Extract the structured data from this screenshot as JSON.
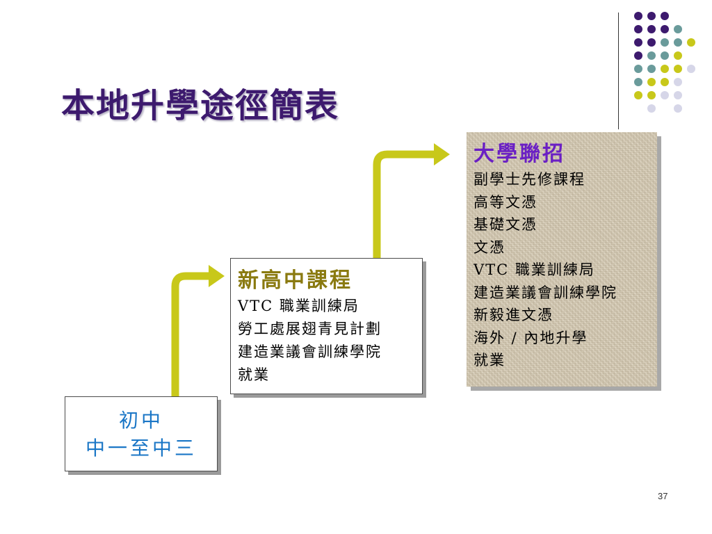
{
  "title": "本地升學途徑簡表",
  "start_box": {
    "lines": [
      "初中",
      "中一至中三"
    ]
  },
  "senior_box": {
    "heading": "新高中課程",
    "items": [
      "VTC 職業訓練局",
      "勞工處展翅青見計劃",
      "建造業議會訓練學院",
      "就業"
    ]
  },
  "post_box": {
    "heading": "大學聯招",
    "items": [
      "副學士先修課程",
      "高等文憑",
      "基礎文憑",
      "文憑",
      "VTC 職業訓練局",
      "建造業議會訓練學院",
      "新毅進文憑",
      "海外 / 內地升學",
      "就業"
    ]
  },
  "page_number": "37",
  "colors": {
    "title": "#3d1a6e",
    "arrow": "#c8c81a",
    "start_text": "#1a76c6",
    "senior_heading": "#8a7a10",
    "post_heading": "#6a1fc4",
    "dot_purple": "#3d1a6e",
    "dot_teal": "#6a9b9b",
    "dot_yellow": "#c8c81a",
    "dot_lavender": "#d6d6e8"
  }
}
